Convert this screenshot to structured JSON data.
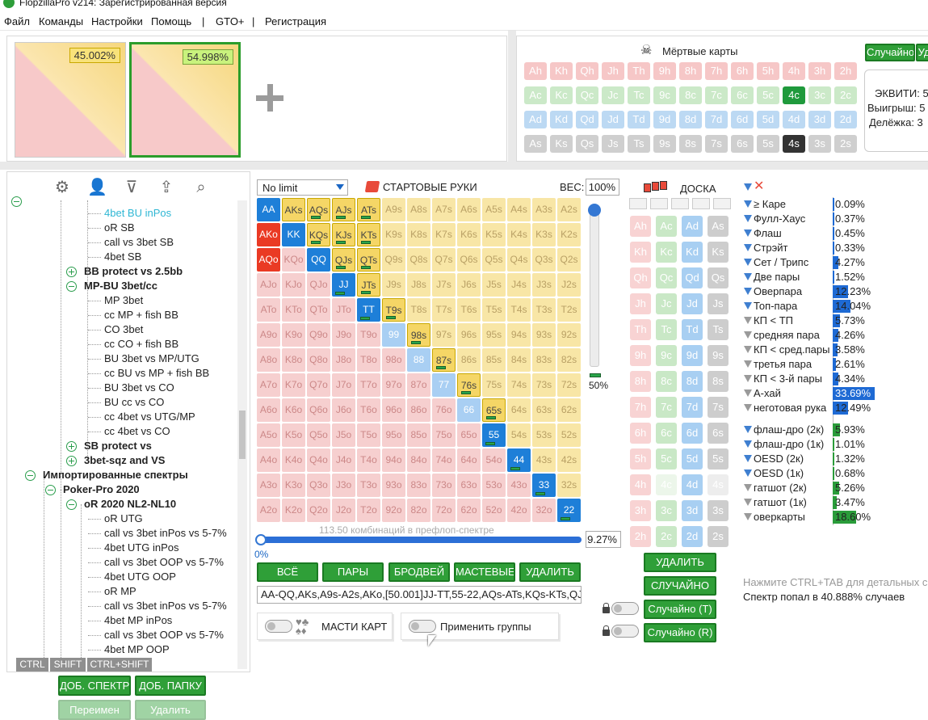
{
  "app": {
    "title": "FlopzillaPro v214: Зарегистрированная версия"
  },
  "menu": [
    "Файл",
    "Команды",
    "Настройки",
    "Помощь",
    "|",
    "GTO+",
    "|",
    "Регистрация"
  ],
  "ranges": [
    {
      "pct": "45.002%"
    },
    {
      "pct": "54.998%"
    }
  ],
  "dead_cards": {
    "title": "Мёртвые карты",
    "random_button": "Случайно",
    "clip_button": "Уд",
    "ranks": [
      "A",
      "K",
      "Q",
      "J",
      "T",
      "9",
      "8",
      "7",
      "6",
      "5",
      "4",
      "3",
      "2"
    ],
    "suits": [
      "h",
      "c",
      "d",
      "s"
    ],
    "selected": [
      "4c",
      "4s"
    ]
  },
  "equity": {
    "equity_label": "ЭКВИТИ: 5",
    "win_label": "Выигрыш: 5",
    "split_label": "Делёжка: 3"
  },
  "toolbar_icons": [
    "gear-icon",
    "user-icon",
    "filter-icon",
    "export-icon",
    "search-icon"
  ],
  "tree": [
    {
      "label": "4bet BU inPos",
      "style": "hl"
    },
    {
      "label": "oR SB"
    },
    {
      "label": "call vs 3bet SB"
    },
    {
      "label": "4bet SB"
    },
    {
      "label": "BB protect vs 2.5bb",
      "style": "b",
      "toggle": "plus"
    },
    {
      "label": "MP-BU 3bet/cc",
      "style": "b",
      "toggle": "minus"
    },
    {
      "label": "MP 3bet"
    },
    {
      "label": "cc MP + fish BB"
    },
    {
      "label": "CO 3bet"
    },
    {
      "label": "cc CO + fish BB"
    },
    {
      "label": "BU 3bet vs MP/UTG"
    },
    {
      "label": "cc BU vs MP + fish BB"
    },
    {
      "label": "BU 3bet vs CO"
    },
    {
      "label": "BU cc vs CO"
    },
    {
      "label": "cc 4bet vs UTG/MP"
    },
    {
      "label": "cc 4bet vs CO"
    },
    {
      "label": "SB protect vs",
      "style": "b",
      "toggle": "plus"
    },
    {
      "label": "3bet-sqz and VS",
      "style": "b",
      "toggle": "plus"
    },
    {
      "label": "Импортированные спектры",
      "style": "b",
      "toggle": "minus"
    },
    {
      "label": "Poker-Pro 2020",
      "style": "b",
      "toggle": "minus"
    },
    {
      "label": "oR 2020 NL2-NL10",
      "style": "b",
      "toggle": "minus"
    },
    {
      "label": "oR UTG"
    },
    {
      "label": "call vs 3bet inPos vs 5-7%"
    },
    {
      "label": "4bet UTG inPos"
    },
    {
      "label": "call  vs 3bet OOP vs 5-7%"
    },
    {
      "label": "4bet UTG OOP"
    },
    {
      "label": "oR MP"
    },
    {
      "label": "call vs 3bet inPos vs 5-7%"
    },
    {
      "label": "4bet MP inPos"
    },
    {
      "label": "call vs 3bet OOP vs 5-7%"
    },
    {
      "label": "4bet MP OOP"
    }
  ],
  "keys": [
    "CTRL",
    "SHIFT",
    "CTRL+SHIFT"
  ],
  "tree_buttons": {
    "add_range": "ДОБ. СПЕКТР",
    "add_folder": "ДОБ. ПАПКУ",
    "rename": "Переимен",
    "delete": "Удалить"
  },
  "grid_header": {
    "game": "No limit",
    "title": "СТАРТОВЫЕ РУКИ",
    "weight_label": "ВЕС:",
    "weight": "100%"
  },
  "grid": {
    "ranks": [
      "A",
      "K",
      "Q",
      "J",
      "T",
      "9",
      "8",
      "7",
      "6",
      "5",
      "4",
      "3",
      "2"
    ],
    "blue": [
      "AA",
      "KK",
      "QQ",
      "JJ",
      "TT",
      "55",
      "44",
      "33",
      "22"
    ],
    "lightblue": [
      "99",
      "88",
      "77",
      "66"
    ],
    "red": [
      "AKo",
      "AQo"
    ],
    "yellow": [
      "AKs",
      "AQs",
      "AJs",
      "ATs",
      "KQs",
      "KJs",
      "KTs",
      "QJs",
      "QTs",
      "JTs",
      "T9s",
      "98s",
      "87s",
      "76s",
      "65s"
    ],
    "yellowlight": [
      "A9s",
      "A8s",
      "A7s",
      "A6s",
      "A5s",
      "A4s",
      "A3s",
      "A2s",
      "K9s",
      "K8s",
      "K7s",
      "K6s",
      "K5s",
      "K4s",
      "K3s",
      "K2s",
      "Q9s",
      "Q8s",
      "Q7s",
      "Q6s",
      "Q5s",
      "Q4s",
      "Q3s",
      "Q2s",
      "J9s",
      "J8s",
      "J7s",
      "J6s",
      "J5s",
      "J4s",
      "J3s",
      "J2s",
      "T8s",
      "T7s",
      "T6s",
      "T5s",
      "T4s",
      "T3s",
      "T2s",
      "97s",
      "96s",
      "95s",
      "94s",
      "93s",
      "92s",
      "86s",
      "85s",
      "84s",
      "83s",
      "82s",
      "75s",
      "74s",
      "73s",
      "72s",
      "64s",
      "63s",
      "62s",
      "54s",
      "53s",
      "52s",
      "43s",
      "42s",
      "32s"
    ],
    "weighted": [
      "AQs",
      "AJs",
      "ATs",
      "KQs",
      "KJs",
      "KTs",
      "QJs",
      "QTs",
      "JJ",
      "JTs",
      "TT",
      "T9s",
      "98s",
      "87s",
      "76s",
      "65s",
      "55",
      "44",
      "33",
      "22"
    ]
  },
  "slider_right": {
    "value": "50%"
  },
  "combos": {
    "text": "113.50 комбинаций в префлоп-спектре",
    "slider_left": "0%",
    "pct": "9.27%"
  },
  "grid_buttons": [
    "ВСЁ",
    "ПАРЫ",
    "БРОДВЕЙ",
    "МАСТЕВЫЕ",
    "УДАЛИТЬ"
  ],
  "range_text": "AA-QQ,AKs,A9s-A2s,AKo,[50.001]JJ-TT,55-22,AQs-ATs,KQs-KTs,QJ",
  "toggles": {
    "suits": "МАСТИ КАРТ",
    "groups": "Применить группы"
  },
  "board": {
    "title": "ДОСКА",
    "delete": "УДАЛИТЬ",
    "random": "СЛУЧАЙНО",
    "random_t": "Случайно (T)",
    "random_r": "Случайно (R)"
  },
  "stats": [
    {
      "label": "≥ Каре",
      "value": "0.09%",
      "pct": 0.09,
      "f": "b"
    },
    {
      "label": "Фулл-Хаус",
      "value": "0.37%",
      "pct": 0.37,
      "f": "b"
    },
    {
      "label": "Флаш",
      "value": "0.45%",
      "pct": 0.45,
      "f": "b"
    },
    {
      "label": "Стрэйт",
      "value": "0.33%",
      "pct": 0.33,
      "f": "b"
    },
    {
      "label": "Сет / Трипс",
      "value": "4.27%",
      "pct": 4.27,
      "f": "b"
    },
    {
      "label": "Две пары",
      "value": "1.52%",
      "pct": 1.52,
      "f": "b"
    },
    {
      "label": "Оверпара",
      "value": "12.23%",
      "pct": 12.23,
      "f": "b"
    },
    {
      "label": "Топ-пара",
      "value": "14.04%",
      "pct": 14.04,
      "f": "b"
    },
    {
      "label": "КП < ТП",
      "value": "5.73%",
      "pct": 5.73,
      "f": "g"
    },
    {
      "label": "средняя пара",
      "value": "4.26%",
      "pct": 4.26,
      "f": "g"
    },
    {
      "label": "КП < сред.пары",
      "value": "3.58%",
      "pct": 3.58,
      "f": "g"
    },
    {
      "label": "третья пара",
      "value": "2.61%",
      "pct": 2.61,
      "f": "g"
    },
    {
      "label": "КП < 3-й пары",
      "value": "4.34%",
      "pct": 4.34,
      "f": "g"
    },
    {
      "label": "А-хай",
      "value": "33.69%",
      "pct": 33.69,
      "f": "g"
    },
    {
      "label": "неготовая рука",
      "value": "12.49%",
      "pct": 12.49,
      "f": "g"
    }
  ],
  "draws": [
    {
      "label": "флаш-дро (2к)",
      "value": "5.93%",
      "pct": 5.93,
      "f": "b"
    },
    {
      "label": "флаш-дро (1к)",
      "value": "1.01%",
      "pct": 1.01,
      "f": "b"
    },
    {
      "label": "OESD (2к)",
      "value": "1.32%",
      "pct": 1.32,
      "f": "b"
    },
    {
      "label": "OESD (1к)",
      "value": "0.68%",
      "pct": 0.68,
      "f": "b"
    },
    {
      "label": "гатшот (2к)",
      "value": "5.26%",
      "pct": 5.26,
      "f": "g"
    },
    {
      "label": "гатшот (1к)",
      "value": "3.47%",
      "pct": 3.47,
      "f": "g"
    },
    {
      "label": "оверкарты",
      "value": "18.60%",
      "pct": 18.6,
      "f": "g"
    }
  ],
  "hint": "Нажмите CTRL+TAB для детальных с",
  "hit_text": "Спектр попал в 40.888% случаев"
}
